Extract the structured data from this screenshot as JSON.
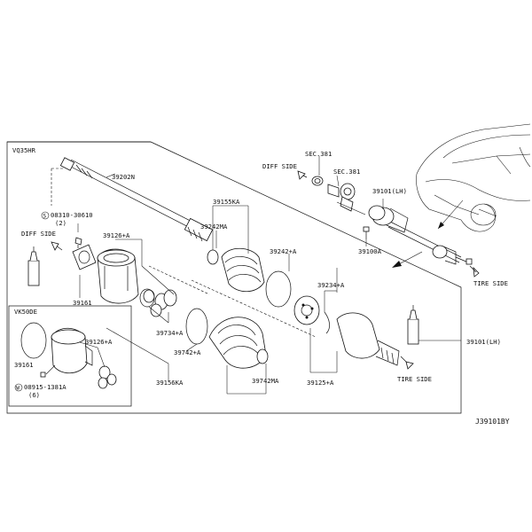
{
  "labels": {
    "engine_code_main": "VQ35HR",
    "engine_code_alt": "VK50DE",
    "diagram_code": "J39101BY",
    "sec_381_a": "SEC.381",
    "sec_381_b": "SEC.381",
    "diff_side_top": "DIFF SIDE",
    "diff_side_left": "DIFF SIDE",
    "tire_side_top": "TIRE SIDE",
    "tire_side_bottom": "TIRE SIDE",
    "p_39101_lh_top": "39101(LH)",
    "p_39101_lh_right": "39101(LH)",
    "p_39100a": "39100A",
    "p_39202n": "39202N",
    "p_39155ka": "39155KA",
    "p_39242ma": "39242MA",
    "p_39242a": "39242+A",
    "p_39234a": "39234+A",
    "p_39126a": "39126+A",
    "p_39126a_inset": "39126+A",
    "p_39161": "39161",
    "p_39161_inset": "39161",
    "p_39734a": "39734+A",
    "p_39742a": "39742+A",
    "p_39742ma": "39742MA",
    "p_39156ka": "39156KA",
    "p_39125a": "39125+A",
    "bolt_s_code": "08310-30610",
    "bolt_s_qty": "(2)",
    "bolt_s_prefix": "S",
    "bolt_w_code": "08915-1381A",
    "bolt_w_qty": "(6)",
    "bolt_w_prefix": "W"
  }
}
